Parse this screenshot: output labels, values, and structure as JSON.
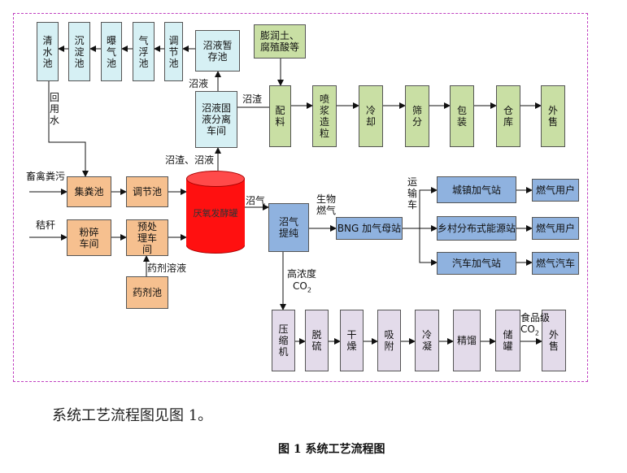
{
  "nodes": {
    "qingshui": "清水池",
    "chendian": "沉淀池",
    "puqi": "曝气池",
    "qifu": "气浮池",
    "tiaojie_top": "调节池",
    "zhaye_zancun": "沼液暂存池",
    "pengrun": "膨润土、腐殖酸等",
    "zhaye_fenli": "沼液固液分离车间",
    "peiliao": "配料",
    "penjiang": "喷浆造粒",
    "lengque": "冷却",
    "shaifen": "筛分",
    "baozhuang": "包装",
    "cangku": "仓库",
    "waishou1": "外售",
    "jifen": "集粪池",
    "tiaojie_mid": "调节池",
    "fensui": "粉碎车间",
    "yuchuli": "预处理车间",
    "yaoji": "药剂池",
    "fajiao": "厌氧发酵罐",
    "tichun": "沼气提纯",
    "bng": "BNG 加气母站",
    "chengzhen": "城镇加气站",
    "xiangcun": "乡村分布式能源站",
    "qiche": "汽车加气站",
    "yonghu1": "燃气用户",
    "yonghu2": "燃气用户",
    "qiche_user": "燃气汽车",
    "yasuo": "压缩机",
    "tuoliu": "脱硫",
    "ganzao": "干燥",
    "xifu": "吸附",
    "lengning": "冷凝",
    "jingliu": "精馏",
    "chuguan": "储罐",
    "waishou2": "外售"
  },
  "labels": {
    "huiyongshui": "回用水",
    "zhaye": "沼液",
    "zhazha": "沼渣",
    "zhazha_zhaye": "沼渣、沼液",
    "chuqin": "畜禽粪污",
    "jiegan": "秸秆",
    "yaojirongye": "药剂溶液",
    "zhaqi": "沼气",
    "shengwu": "生物燃气",
    "yunshuche": "运输车",
    "gaonongdu": "高浓度",
    "co2_hi": "CO",
    "co2_hi_sub": "2",
    "shipinji": "食品级",
    "co2_food": "CO",
    "co2_food_sub": "2"
  },
  "body_text": "系统工艺流程图见图 1。",
  "caption": "图 1 系统工艺流程图",
  "colors": {
    "cyan": "#d6f0f4",
    "green": "#c9dfa4",
    "orange": "#f6c08f",
    "blue": "#8fb2df",
    "lilac": "#e3dbea",
    "red": "#ee1c1c",
    "frame": "#c040c0"
  }
}
